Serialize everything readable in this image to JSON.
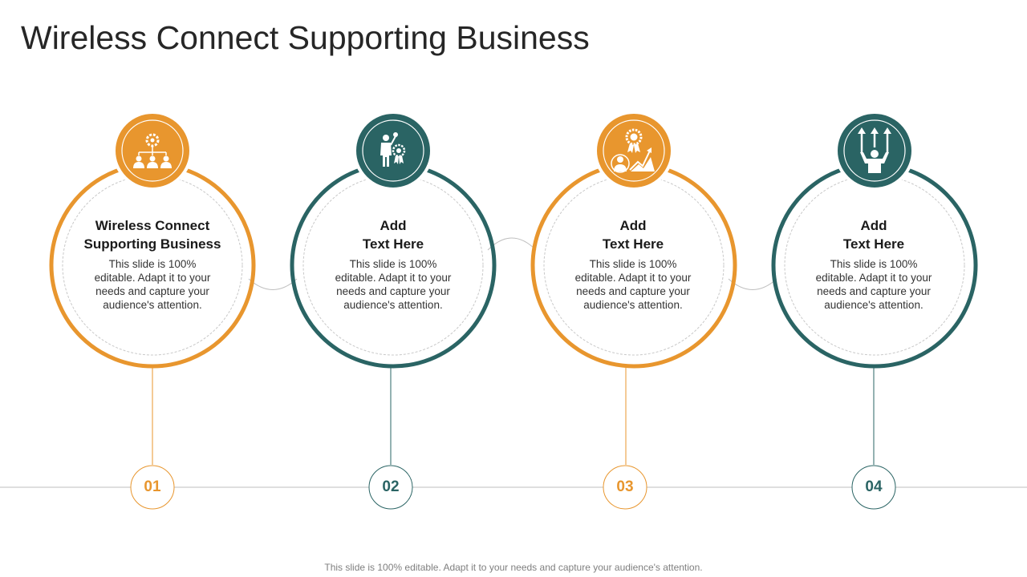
{
  "slide": {
    "title": "Wireless Connect Supporting Business",
    "footer": "This slide is 100% editable. Adapt it to your needs and capture your audience's attention."
  },
  "colors": {
    "orange": "#E8962E",
    "teal": "#2A6464",
    "connector": "#BFBFBF",
    "dashed": "#C8C8C8",
    "timeline": "#BFBFBF"
  },
  "steps": [
    {
      "number": "01",
      "heading": "Wireless Connect\nSupporting Business",
      "body": "This slide is 100% editable. Adapt it to your needs and capture your audience's attention.",
      "color": "orange",
      "icon": "org-chart-gear-icon"
    },
    {
      "number": "02",
      "heading": "Add\nText Here",
      "body": "This slide is 100% editable. Adapt it to your needs and capture your audience's attention.",
      "color": "teal",
      "icon": "businessman-award-icon"
    },
    {
      "number": "03",
      "heading": "Add\nText Here",
      "body": "This slide is 100% editable. Adapt it to your needs and capture your audience's attention.",
      "color": "orange",
      "icon": "badge-growth-chart-icon"
    },
    {
      "number": "04",
      "heading": "Add\nText Here",
      "body": "This slide is 100% editable. Adapt it to your needs and capture your audience's attention.",
      "color": "teal",
      "icon": "person-arrows-up-icon"
    }
  ]
}
